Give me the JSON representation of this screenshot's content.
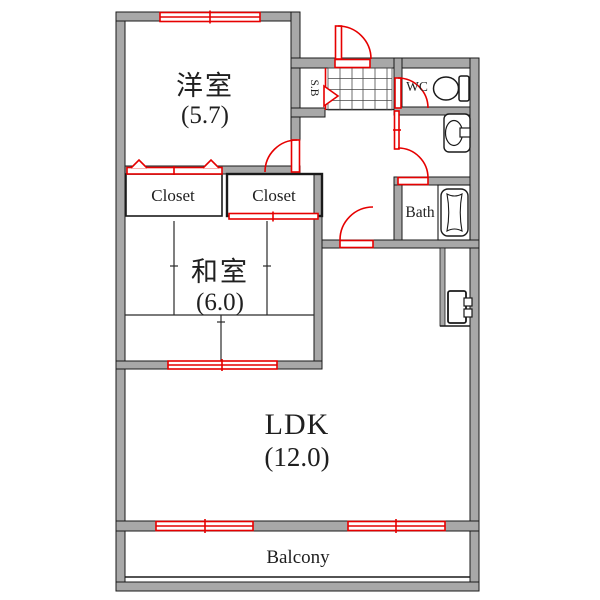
{
  "floorplan": {
    "rooms": {
      "western": {
        "name": "洋室",
        "size": "(5.7)"
      },
      "japanese": {
        "name": "和室",
        "size": "(6.0)"
      },
      "ldk": {
        "name": "LDK",
        "size": "(12.0)"
      },
      "closet_left": {
        "label": "Closet"
      },
      "closet_right": {
        "label": "Closet"
      },
      "shoe_box": {
        "label": "S.B"
      },
      "wc": {
        "label": "WC"
      },
      "bath": {
        "label": "Bath"
      },
      "balcony": {
        "label": "Balcony"
      }
    },
    "colors": {
      "bg": "#ffffff",
      "wall": "#a8a8a8",
      "wall_outline": "#1a1a1a",
      "accent": "#e60000",
      "line": "#1a1a1a",
      "text": "#1f1f1f"
    }
  }
}
